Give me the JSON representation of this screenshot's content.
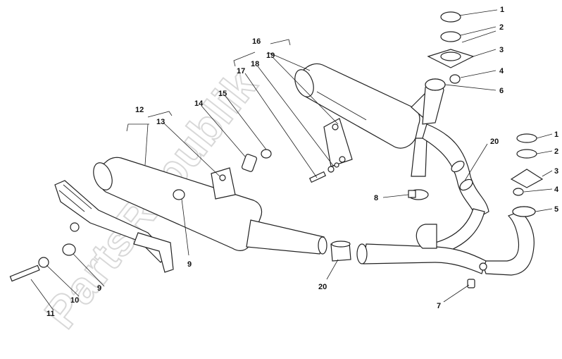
{
  "watermark": "PartsRepublik",
  "callouts": {
    "c1a": "1",
    "c2a": "2",
    "c3a": "3",
    "c4a": "4",
    "c6": "6",
    "c1b": "1",
    "c2b": "2",
    "c3b": "3",
    "c4b": "4",
    "c5": "5",
    "c7": "7",
    "c8": "8",
    "c9a": "9",
    "c9b": "9",
    "c10": "10",
    "c11": "11",
    "c12": "12",
    "c13": "13",
    "c14": "14",
    "c15": "15",
    "c16": "16",
    "c17": "17",
    "c18": "18",
    "c19": "19",
    "c20a": "20",
    "c20b": "20"
  }
}
